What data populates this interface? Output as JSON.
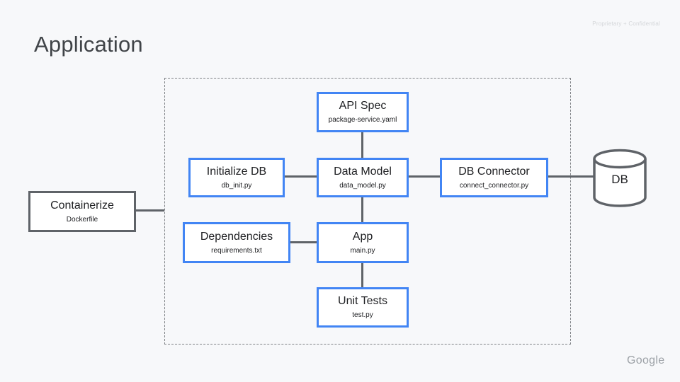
{
  "slide": {
    "title": "Application",
    "watermark": "Proprietary + Confidential",
    "brand": "Google"
  },
  "colors": {
    "background": "#f7f8fa",
    "node_border_blue": "#4285f4",
    "node_border_gray": "#5f6368",
    "connector_gray": "#5f6368",
    "node_text": "#202124",
    "title_text": "#404448",
    "watermark_text": "#d4d6d9",
    "brand_text": "#9ca1a6"
  },
  "nodes": [
    {
      "id": "api-spec",
      "label": "API Spec",
      "file": "package-service.yaml",
      "variant": "blue"
    },
    {
      "id": "initialize-db",
      "label": "Initialize DB",
      "file": "db_init.py",
      "variant": "blue"
    },
    {
      "id": "data-model",
      "label": "Data Model",
      "file": "data_model.py",
      "variant": "blue"
    },
    {
      "id": "db-connector",
      "label": "DB Connector",
      "file": "connect_connector.py",
      "variant": "blue"
    },
    {
      "id": "containerize",
      "label": "Containerize",
      "file": "Dockerfile",
      "variant": "gray"
    },
    {
      "id": "dependencies",
      "label": "Dependencies",
      "file": "requirements.txt",
      "variant": "blue"
    },
    {
      "id": "app",
      "label": "App",
      "file": "main.py",
      "variant": "blue"
    },
    {
      "id": "unit-tests",
      "label": "Unit Tests",
      "file": "test.py",
      "variant": "blue"
    }
  ],
  "database": {
    "label": "DB"
  },
  "connections": [
    "api-spec to data-model",
    "initialize-db to data-model",
    "data-model to db-connector",
    "db-connector to db",
    "data-model to app",
    "dependencies to app",
    "app to unit-tests",
    "containerize to application-boundary"
  ]
}
